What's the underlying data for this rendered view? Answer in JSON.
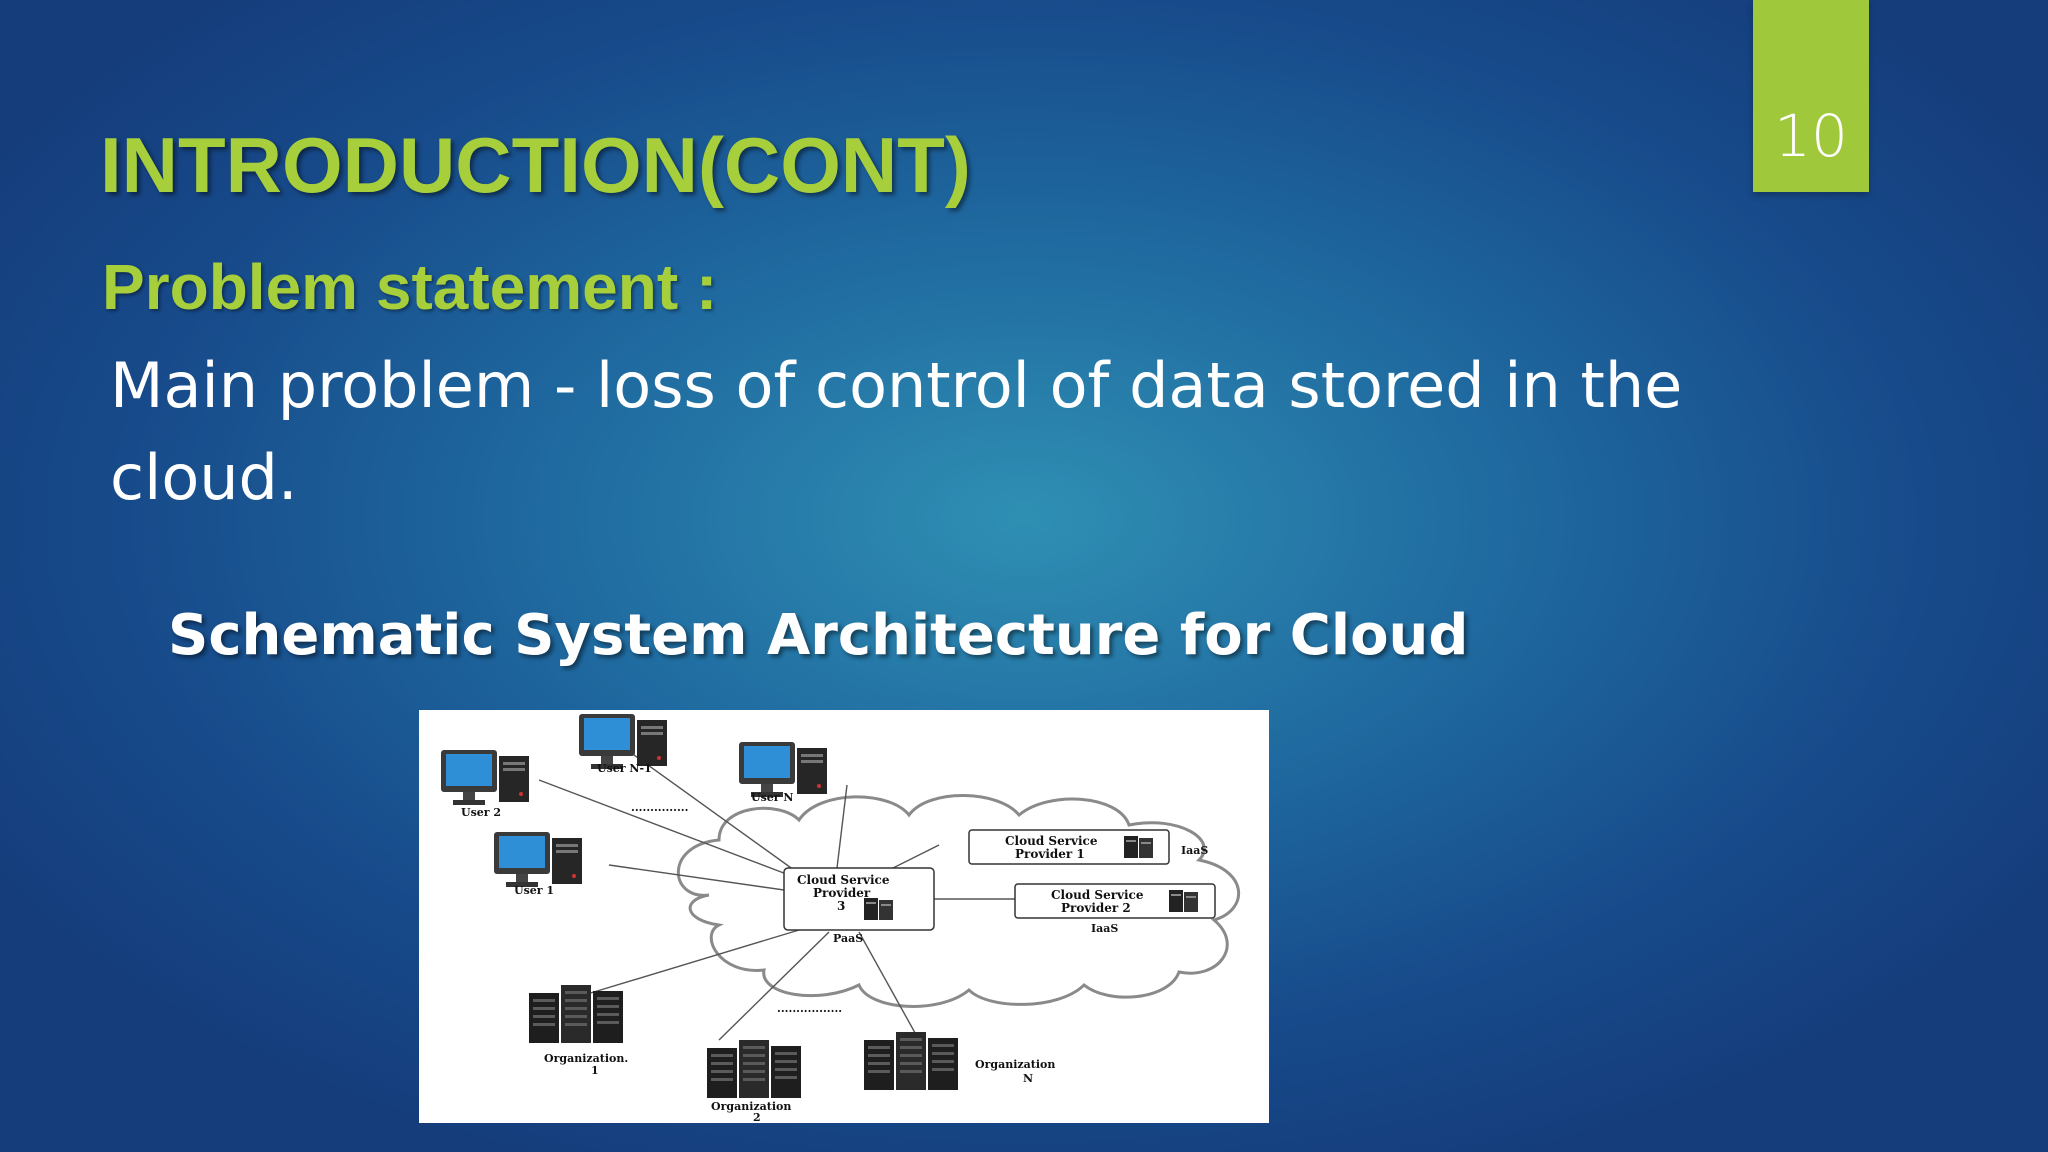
{
  "slide": {
    "page_number": "10",
    "title": "INTRODUCTION(CONT)",
    "subtitle": "Problem statement :",
    "body": "Main problem  - loss of control of data stored in the cloud.",
    "caption": "Schematic System Architecture for Cloud"
  },
  "diagram": {
    "users": {
      "user_2": "User 2",
      "user_n_minus_1": "User  N-1",
      "user_n": "User N",
      "user_1": "User  1",
      "dots": "..............."
    },
    "providers": {
      "p3_line1": "Cloud Service",
      "p3_line2": "Provider",
      "p3_line3": "3",
      "p3_service": "PaaS",
      "p1_line1": "Cloud Service",
      "p1_line2": "Provider 1",
      "p1_service": "IaaS",
      "p2_line1": "Cloud Service",
      "p2_line2": "Provider 2",
      "p2_service": "IaaS"
    },
    "organizations": {
      "org1_line1": "Organization.",
      "org1_line2": "1",
      "org2_line1": "Organization",
      "org2_line2": "2",
      "orgN_line1": "Organization",
      "orgN_line2": "N",
      "dots": "................."
    }
  },
  "colors": {
    "accent_green": "#a6cf3b",
    "page_box": "#9fc93b",
    "background": "#1f6aa0"
  }
}
